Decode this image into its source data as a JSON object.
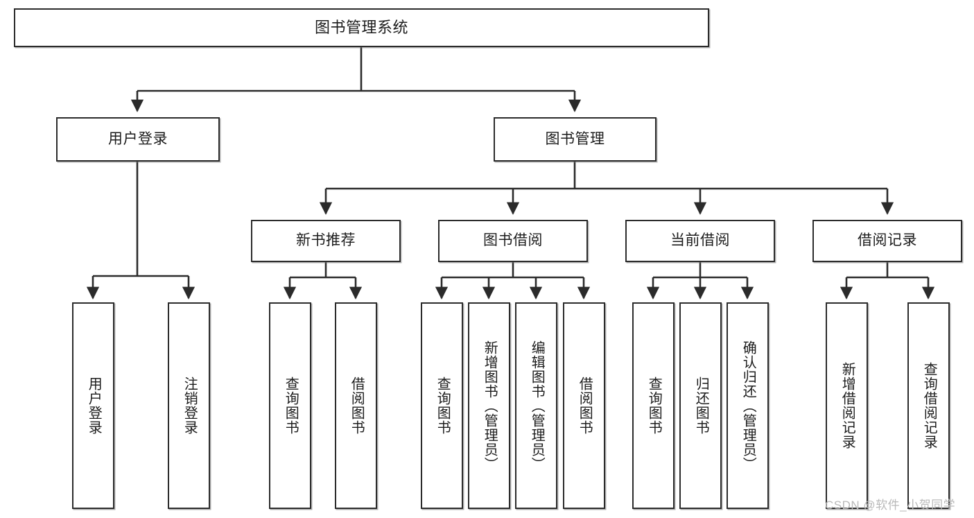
{
  "diagram": {
    "title": "图书管理系统",
    "type": "tree-hierarchy",
    "watermark": "CSDN @软件_小贺同学",
    "accent_color": "#2b2b2b",
    "background_color": "#ffffff"
  },
  "root": {
    "label": "图书管理系统"
  },
  "level1": [
    {
      "label": "用户登录"
    },
    {
      "label": "图书管理"
    }
  ],
  "level2": [
    {
      "label": "新书推荐"
    },
    {
      "label": "图书借阅"
    },
    {
      "label": "当前借阅"
    },
    {
      "label": "借阅记录"
    }
  ],
  "leaves": {
    "user_login": [
      {
        "label": "用户登录"
      },
      {
        "label": "注销登录"
      }
    ],
    "new_book_recommend": [
      {
        "label": "查询图书"
      },
      {
        "label": "借阅图书"
      }
    ],
    "book_borrow": [
      {
        "label": "查询图书"
      },
      {
        "label": "新增图书（管理员）"
      },
      {
        "label": "编辑图书（管理员）"
      },
      {
        "label": "借阅图书"
      }
    ],
    "current_borrow": [
      {
        "label": "查询图书"
      },
      {
        "label": "归还图书"
      },
      {
        "label": "确认归还（管理员）"
      }
    ],
    "borrow_record": [
      {
        "label": "新增借阅记录"
      },
      {
        "label": "查询借阅记录"
      }
    ]
  }
}
